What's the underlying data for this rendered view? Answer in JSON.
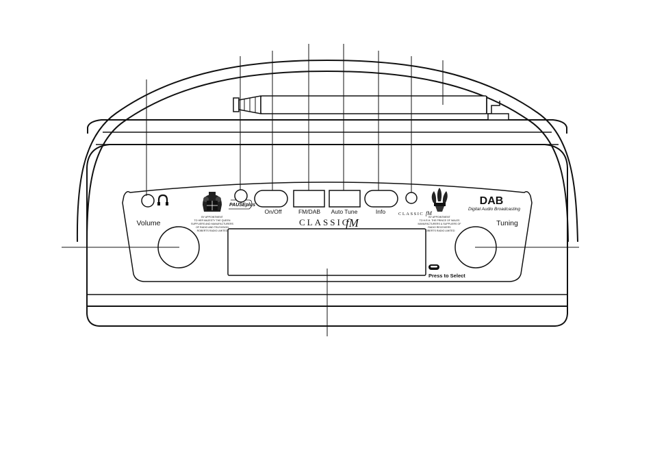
{
  "panel": {
    "on_off_label": "On/Off",
    "fm_dab_label": "FM/DAB",
    "auto_tune_label": "Auto Tune",
    "info_label": "Info",
    "volume_label": "Volume",
    "tuning_label": "Tuning",
    "classic_fm_wordmark": "CLASSIC",
    "classic_fm_mark": "fM",
    "small_classic_wordmark": "CLASSIC",
    "dab_logo": "DAB",
    "dab_tagline": "Digital Audio Broadcasting",
    "press_to_select": "Press to Select",
    "pause_plus_logo": "PAUSEplus",
    "royal_warrant_left": [
      "BY APPOINTMENT",
      "TO HER MAJESTY THE QUEEN",
      "SUPPLIERS AND MANUFACTURERS",
      "OF RADIO AND TELEVISION",
      "ROBERTS RADIO LIMITED"
    ],
    "royal_warrant_right": [
      "BY APPOINTMENT",
      "TO H.R.H. THE PRINCE OF WALES",
      "MANUFACTURERS & SUPPLIERS OF",
      "RADIO RECEIVERS",
      "ROBERTS RADIO LIMITED"
    ]
  },
  "icons": {
    "headphone": "headphone-icon",
    "left_crest": "royal-crest-icon",
    "right_crest": "prince-of-wales-feathers-icon",
    "select_button": "select-button-icon"
  }
}
